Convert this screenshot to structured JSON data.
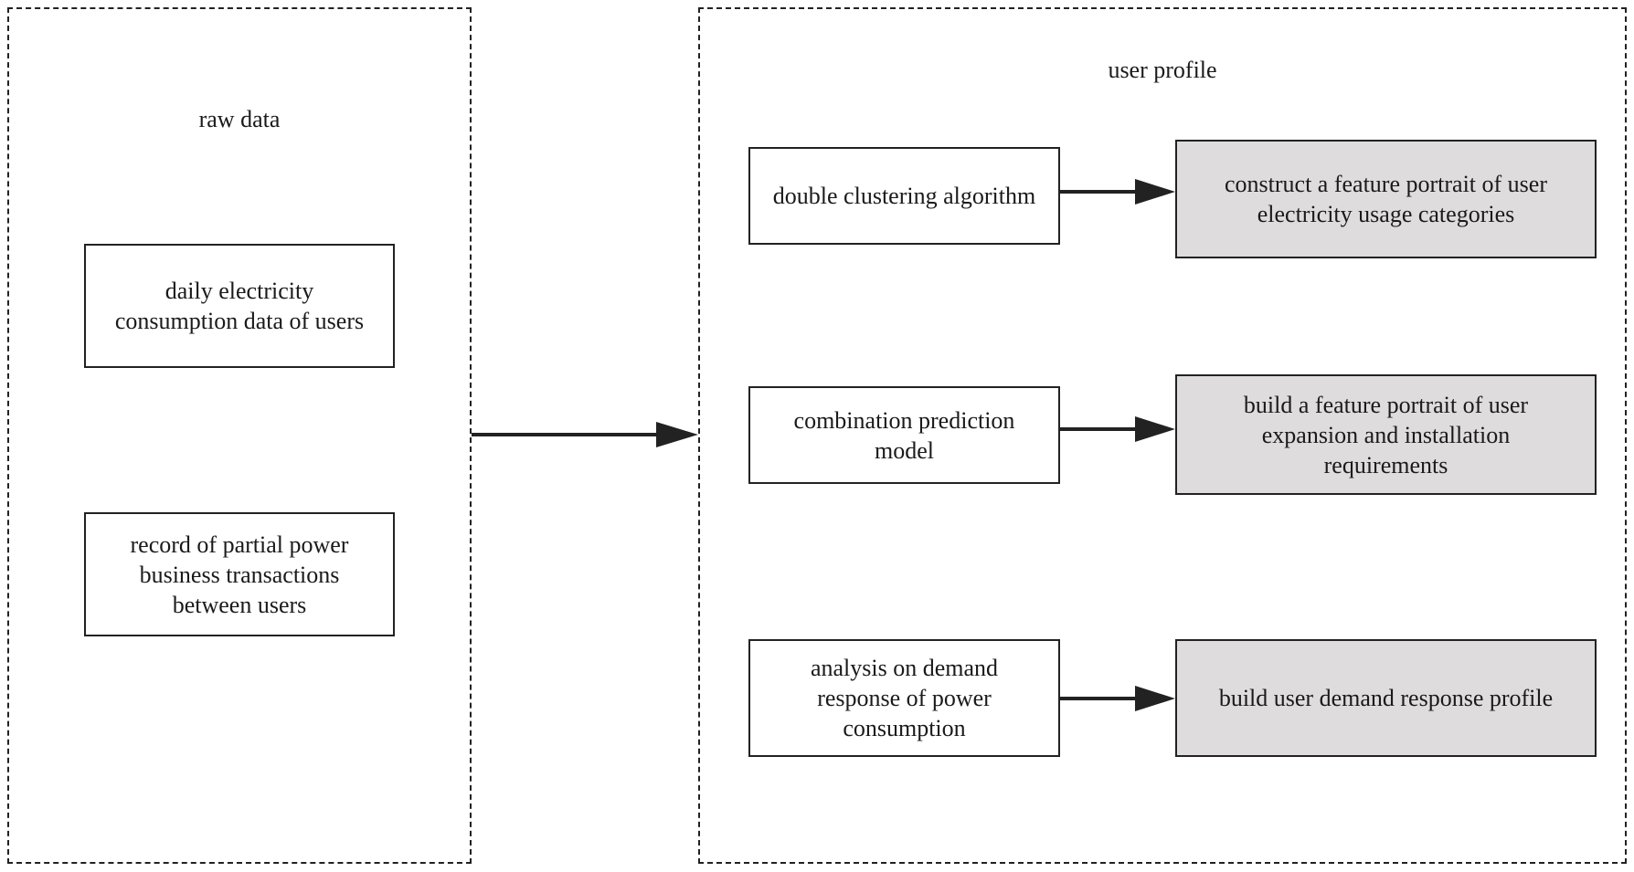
{
  "raw_data": {
    "title": "raw data",
    "items": [
      {
        "label": "daily electricity\nconsumption data of users"
      },
      {
        "label": "record of partial power\nbusiness transactions\nbetween users"
      }
    ]
  },
  "user_profile": {
    "title": "user profile",
    "methods": [
      {
        "label": "double clustering algorithm"
      },
      {
        "label": "combination prediction\nmodel"
      },
      {
        "label": "analysis on demand\nresponse of power\nconsumption"
      }
    ],
    "results": [
      {
        "label": "construct a feature portrait of user\nelectricity usage categories"
      },
      {
        "label": "build a feature portrait of user\nexpansion and installation\nrequirements"
      },
      {
        "label": "build user demand response profile"
      }
    ]
  },
  "colors": {
    "line": "#222222",
    "result_fill": "#dedcdc"
  }
}
